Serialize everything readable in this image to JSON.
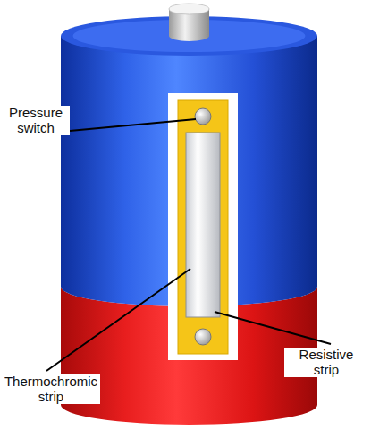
{
  "diagram": {
    "labels": [
      "Pressure switch",
      "Thermochromic strip",
      "Resistive strip"
    ]
  }
}
